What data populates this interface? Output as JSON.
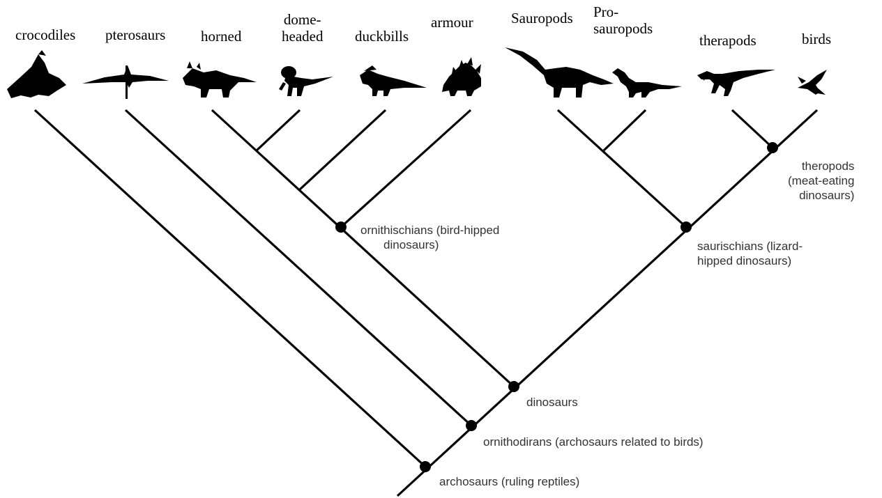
{
  "taxa": [
    {
      "id": "crocodiles",
      "label": "crocodiles"
    },
    {
      "id": "pterosaurs",
      "label": "pterosaurs"
    },
    {
      "id": "horned",
      "label": "horned"
    },
    {
      "id": "dome-headed",
      "label": "dome-\nheaded"
    },
    {
      "id": "duckbills",
      "label": "duckbills"
    },
    {
      "id": "armour",
      "label": "armour"
    },
    {
      "id": "sauropods",
      "label": "Sauropods"
    },
    {
      "id": "prosauropods",
      "label": "Pro-\nsauropods"
    },
    {
      "id": "therapods",
      "label": "therapods"
    },
    {
      "id": "birds",
      "label": "birds"
    }
  ],
  "clades": [
    {
      "id": "theropods",
      "label": "theropods\n(meat-eating\ndinosaurs)"
    },
    {
      "id": "saurischians",
      "label": "saurischians (lizard-\nhipped dinosaurs)"
    },
    {
      "id": "ornithischians",
      "label": "ornithischians (bird-hipped\n       dinosaurs)"
    },
    {
      "id": "dinosaurs",
      "label": "dinosaurs"
    },
    {
      "id": "ornithodirans",
      "label": "ornithodirans (archosaurs related to birds)"
    },
    {
      "id": "archosaurs",
      "label": "archosaurs (ruling reptiles)"
    }
  ],
  "icons": [
    "crocodile-silhouette-icon",
    "pterosaur-silhouette-icon",
    "horned-dinosaur-silhouette-icon",
    "dome-headed-dinosaur-silhouette-icon",
    "duckbill-dinosaur-silhouette-icon",
    "armoured-dinosaur-silhouette-icon",
    "sauropod-silhouette-icon",
    "prosauropod-silhouette-icon",
    "theropod-silhouette-icon",
    "bird-silhouette-icon"
  ],
  "colors": {
    "line": "#000000",
    "node": "#000000",
    "taxon_text": "#000000",
    "clade_text": "#333333"
  }
}
